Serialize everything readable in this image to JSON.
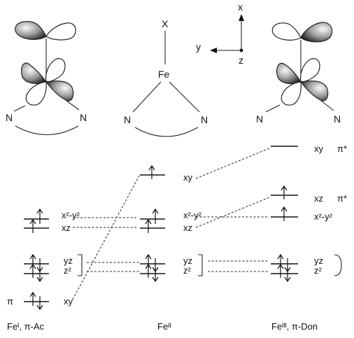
{
  "axes": {
    "x": "x",
    "y": "y",
    "z": "z"
  },
  "atoms": {
    "ligand": "X",
    "metal": "Fe",
    "donor": "N"
  },
  "orbitals": {
    "xy": "xy",
    "x2y2": "x²-y²",
    "xz": "xz",
    "yz": "yz",
    "z2": "z²"
  },
  "symbols": {
    "pi": "π",
    "pi_star": "π*"
  },
  "columns": {
    "left": "Feᴵ, π-Ac",
    "middle": "Feᴵᴵ",
    "right": "Feᴵᴵᴵ, π-Don"
  }
}
